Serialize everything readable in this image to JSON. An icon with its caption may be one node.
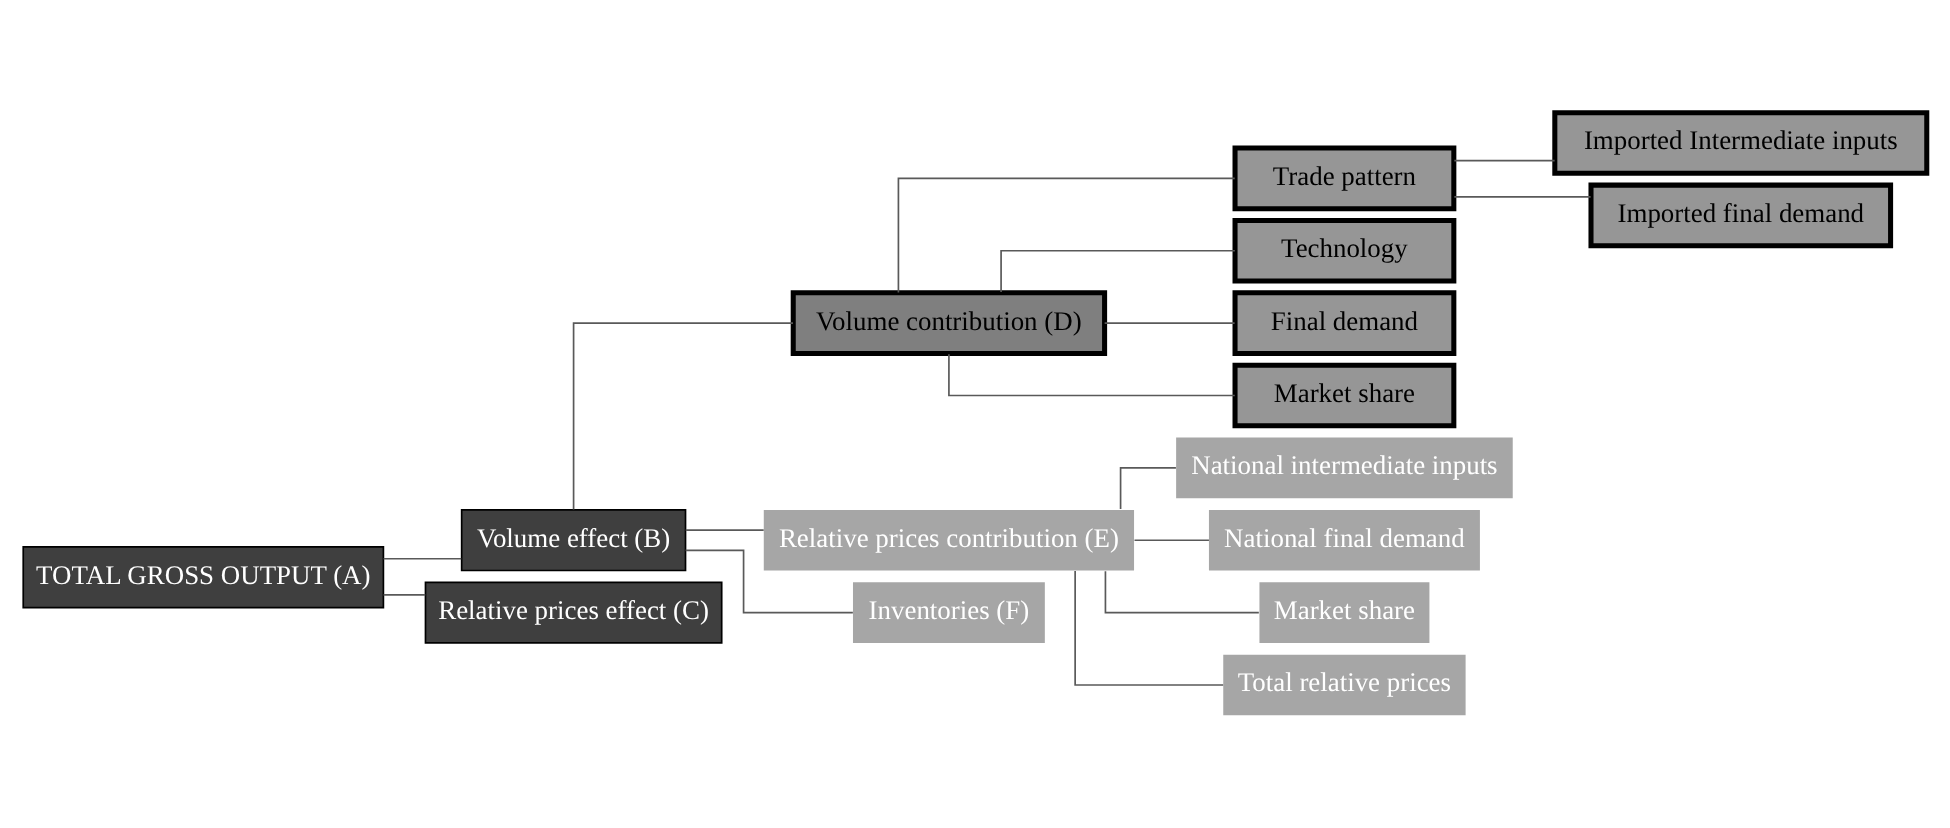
{
  "diagram": {
    "nodes": [
      {
        "text": [
          "TOTAL GROSS OUTPUT (A)"
        ]
      },
      {
        "text": [
          "Volume effect (B)"
        ]
      },
      {
        "text": [
          "Relative prices effect (C)"
        ]
      },
      {
        "text": [
          "Volume contribution (D)"
        ]
      },
      {
        "text": [
          "Relative prices contribution (E)"
        ]
      },
      {
        "text": [
          "Inventories (F)"
        ]
      },
      {
        "text": [
          "Trade pattern"
        ]
      },
      {
        "text": [
          "Technology"
        ]
      },
      {
        "text": [
          "Final demand"
        ]
      },
      {
        "text": [
          "Market share"
        ]
      },
      {
        "text": [
          "Imported Intermediate inputs"
        ]
      },
      {
        "text": [
          "Imported final demand"
        ]
      },
      {
        "text": [
          "National intermediate inputs"
        ]
      },
      {
        "text": [
          "National final demand"
        ]
      },
      {
        "text": [
          "Market share"
        ]
      },
      {
        "text": [
          "Total relative prices"
        ]
      }
    ],
    "edges": [
      {
        "from": 0,
        "to": 1,
        "arrow": "none"
      },
      {
        "from": 0,
        "to": 2,
        "arrow": "none"
      },
      {
        "from": 1,
        "to": 3,
        "arrow": "none"
      },
      {
        "from": 1,
        "to": 4,
        "arrow": "none"
      },
      {
        "from": 1,
        "to": 5,
        "arrow": "none"
      },
      {
        "from": 3,
        "to": 6,
        "arrow": "none"
      },
      {
        "from": 3,
        "to": 7,
        "arrow": "none"
      },
      {
        "from": 3,
        "to": 8,
        "arrow": "none"
      },
      {
        "from": 3,
        "to": 9,
        "arrow": "none"
      },
      {
        "from": 6,
        "to": 10,
        "arrow": "none"
      },
      {
        "from": 6,
        "to": 11,
        "arrow": "none"
      },
      {
        "from": 4,
        "to": 12,
        "arrow": "none"
      },
      {
        "from": 4,
        "to": 13,
        "arrow": "none"
      },
      {
        "from": 4,
        "to": 14,
        "arrow": "none"
      },
      {
        "from": 4,
        "to": 15,
        "arrow": "none"
      }
    ]
  }
}
